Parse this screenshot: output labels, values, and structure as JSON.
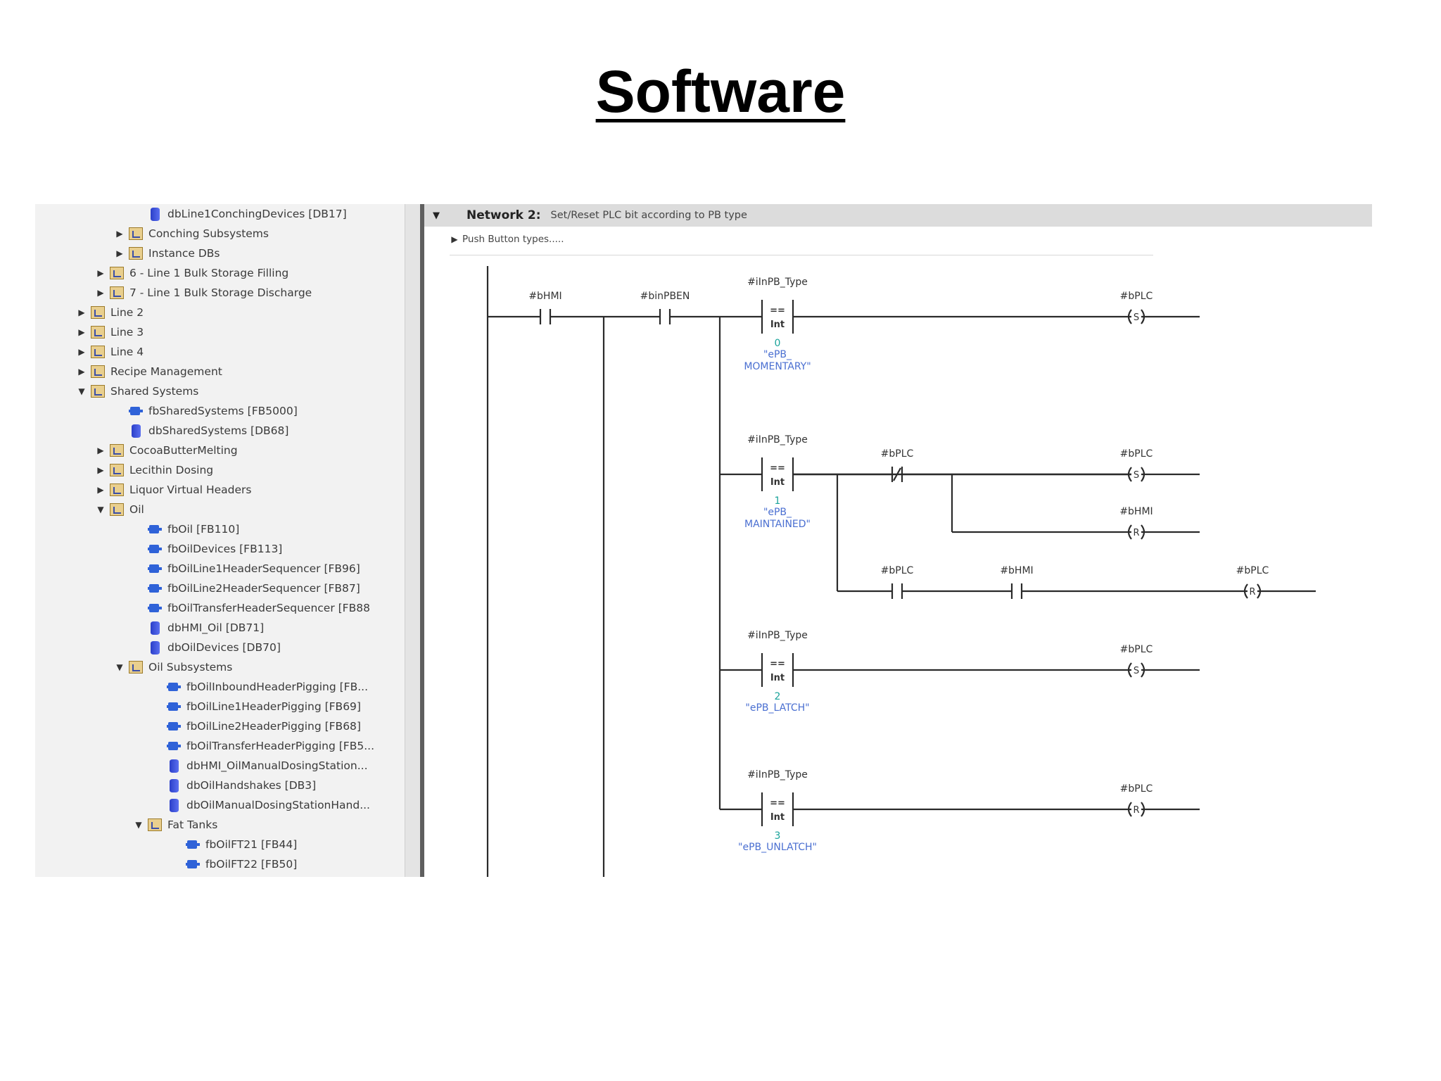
{
  "slide": {
    "title": "Software"
  },
  "tree": {
    "items": [
      {
        "label": "dbLine1ConchingDevices [DB17]",
        "icon": "db-icon",
        "level": 6,
        "arrow": ""
      },
      {
        "label": "Conching Subsystems",
        "icon": "folder-icon",
        "level": 5,
        "arrow": "▶"
      },
      {
        "label": "Instance DBs",
        "icon": "folder-icon",
        "level": 5,
        "arrow": "▶"
      },
      {
        "label": "6 - Line 1 Bulk Storage Filling",
        "icon": "folder-icon",
        "level": 4,
        "arrow": "▶"
      },
      {
        "label": "7 - Line 1 Bulk Storage Discharge",
        "icon": "folder-icon",
        "level": 4,
        "arrow": "▶"
      },
      {
        "label": "Line 2",
        "icon": "folder-icon",
        "level": 3,
        "arrow": "▶"
      },
      {
        "label": "Line 3",
        "icon": "folder-icon",
        "level": 3,
        "arrow": "▶"
      },
      {
        "label": "Line 4",
        "icon": "folder-icon",
        "level": 3,
        "arrow": "▶"
      },
      {
        "label": "Recipe Management",
        "icon": "folder-icon",
        "level": 3,
        "arrow": "▶"
      },
      {
        "label": "Shared Systems",
        "icon": "folder-icon",
        "level": 3,
        "arrow": "▼"
      },
      {
        "label": "fbSharedSystems [FB5000]",
        "icon": "fb-icon",
        "level": 5,
        "arrow": ""
      },
      {
        "label": "dbSharedSystems [DB68]",
        "icon": "db-icon",
        "level": 5,
        "arrow": ""
      },
      {
        "label": "CocoaButterMelting",
        "icon": "folder-icon",
        "level": 4,
        "arrow": "▶"
      },
      {
        "label": "Lecithin Dosing",
        "icon": "folder-icon",
        "level": 4,
        "arrow": "▶"
      },
      {
        "label": "Liquor Virtual Headers",
        "icon": "folder-icon",
        "level": 4,
        "arrow": "▶"
      },
      {
        "label": "Oil",
        "icon": "folder-icon",
        "level": 4,
        "arrow": "▼"
      },
      {
        "label": "fbOil [FB110]",
        "icon": "fb-icon",
        "level": 6,
        "arrow": ""
      },
      {
        "label": "fbOilDevices [FB113]",
        "icon": "fb-icon",
        "level": 6,
        "arrow": ""
      },
      {
        "label": "fbOilLine1HeaderSequencer [FB96]",
        "icon": "fb-icon",
        "level": 6,
        "arrow": ""
      },
      {
        "label": "fbOilLine2HeaderSequencer [FB87]",
        "icon": "fb-icon",
        "level": 6,
        "arrow": ""
      },
      {
        "label": "fbOilTransferHeaderSequencer [FB88",
        "icon": "fb-icon",
        "level": 6,
        "arrow": ""
      },
      {
        "label": "dbHMI_Oil [DB71]",
        "icon": "db-icon",
        "level": 6,
        "arrow": ""
      },
      {
        "label": "dbOilDevices [DB70]",
        "icon": "db-icon",
        "level": 6,
        "arrow": ""
      },
      {
        "label": "Oil Subsystems",
        "icon": "folder-icon",
        "level": 5,
        "arrow": "▼"
      },
      {
        "label": "fbOilInboundHeaderPigging [FB...",
        "icon": "fb-icon",
        "level": 7,
        "arrow": ""
      },
      {
        "label": "fbOilLine1HeaderPigging [FB69]",
        "icon": "fb-icon",
        "level": 7,
        "arrow": ""
      },
      {
        "label": "fbOilLine2HeaderPigging [FB68]",
        "icon": "fb-icon",
        "level": 7,
        "arrow": ""
      },
      {
        "label": "fbOilTransferHeaderPigging [FB5...",
        "icon": "fb-icon",
        "level": 7,
        "arrow": ""
      },
      {
        "label": "dbHMI_OilManualDosingStation...",
        "icon": "db-icon",
        "level": 7,
        "arrow": ""
      },
      {
        "label": "dbOilHandshakes [DB3]",
        "icon": "db-icon",
        "level": 7,
        "arrow": ""
      },
      {
        "label": "dbOilManualDosingStationHand...",
        "icon": "db-icon",
        "level": 7,
        "arrow": ""
      },
      {
        "label": "Fat Tanks",
        "icon": "folder-icon",
        "level": 6,
        "arrow": "▼"
      },
      {
        "label": "fbOilFT21 [FB44]",
        "icon": "fb-icon",
        "level": 8,
        "arrow": ""
      },
      {
        "label": "fbOilFT22 [FB50]",
        "icon": "fb-icon",
        "level": 8,
        "arrow": ""
      }
    ]
  },
  "network": {
    "title": "Network 2:",
    "comment": "Set/Reset PLC bit according to PB type",
    "pb_label": "Push Button types....."
  },
  "ladder": {
    "tags": {
      "bHMI": "#bHMI",
      "binPBEN": "#binPBEN",
      "iInPB_Type": "#iInPB_Type",
      "bPLC": "#bPLC"
    },
    "compare_op": "==",
    "compare_type": "Int",
    "coil_set": "S",
    "coil_reset": "R",
    "branches": [
      {
        "value": "0",
        "constant": [
          "\"ePB_",
          "MOMENTARY\""
        ]
      },
      {
        "value": "1",
        "constant": [
          "\"ePB_",
          "MAINTAINED\""
        ]
      },
      {
        "value": "2",
        "constant": [
          "\"ePB_LATCH\""
        ]
      },
      {
        "value": "3",
        "constant": [
          "\"ePB_UNLATCH\""
        ]
      }
    ]
  },
  "colors": {
    "value_color": "#1aa39a",
    "constant_color": "#4a6fd1",
    "line_color": "#2a2a2a"
  }
}
